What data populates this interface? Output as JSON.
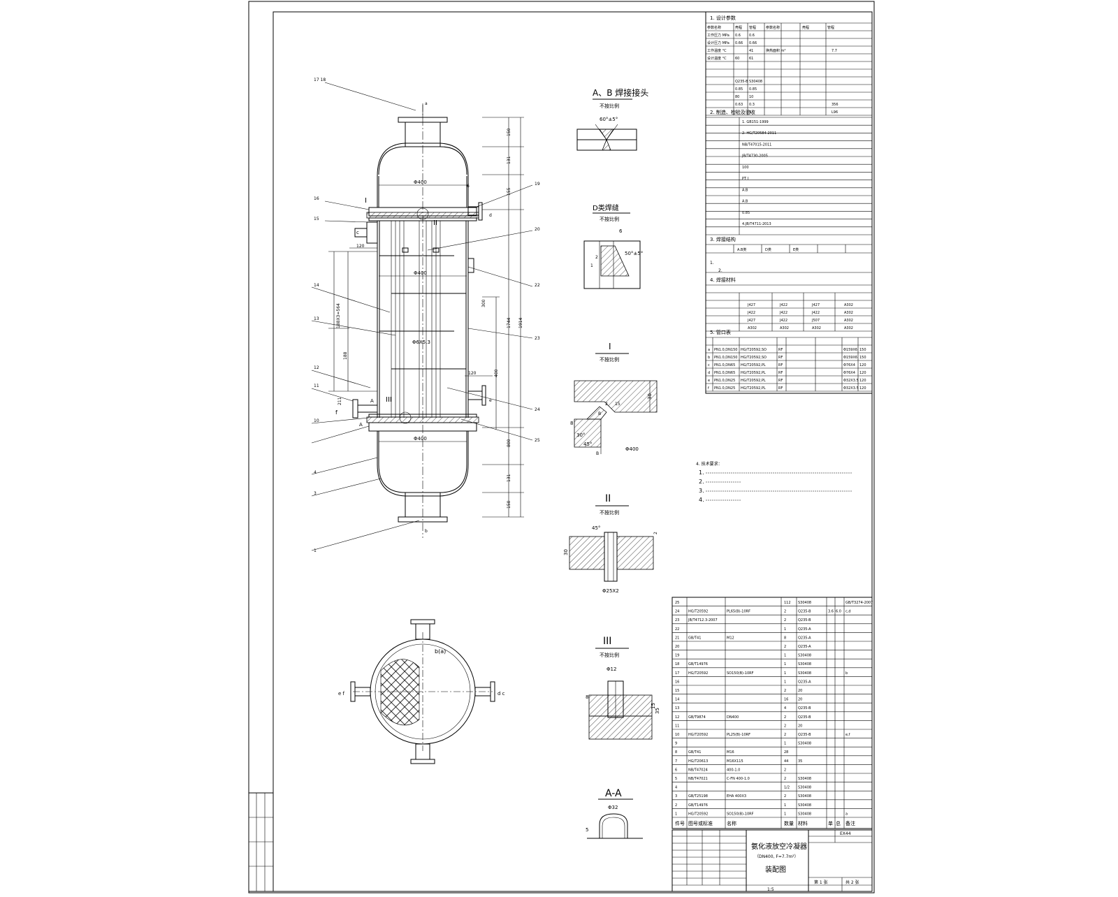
{
  "design_params": {
    "title": "1. 设计参数",
    "headers": [
      "参数名称",
      "壳程",
      "管程",
      "参数名称",
      "壳程",
      "管程"
    ],
    "rows": [
      [
        "工作压力 MPa",
        "0.6",
        "0.6",
        "",
        "",
        ""
      ],
      [
        "设计压力 MPa",
        "0.66",
        "0.66",
        "",
        "",
        ""
      ],
      [
        "工作温度 °C",
        "",
        "41",
        "换热面积 m²",
        "",
        "7.7"
      ],
      [
        "设计温度 °C",
        "60",
        "61",
        "",
        "",
        ""
      ],
      [
        "",
        "",
        "",
        "",
        "",
        ""
      ],
      [
        "",
        "",
        "",
        "",
        "",
        ""
      ],
      [
        "",
        "Q235-B",
        "S30408",
        "",
        "",
        ""
      ],
      [
        "",
        "0.85",
        "0.85",
        "",
        "",
        ""
      ],
      [
        "",
        "80",
        "10",
        "",
        "",
        ""
      ],
      [
        "",
        "0.63",
        "0.3",
        "",
        "",
        "356"
      ],
      [
        "",
        "1",
        "1",
        "",
        "",
        "L96"
      ]
    ]
  },
  "inspection": {
    "title": "2. 制造、检验及验收",
    "lines": [
      "1. GB151-1999",
      "2. HG/T20584-2011",
      "NB/T47015-2011",
      "JB/T4730-2005",
      "100",
      "PT I",
      "A.B",
      "A.B",
      "0.85",
      "4.JB/T4711-2013"
    ]
  },
  "weld_struct": {
    "title": "3. 焊接结构",
    "cols": [
      "A.B类",
      "D类",
      "E类"
    ],
    "notes": [
      "1.",
      "2."
    ]
  },
  "weld_material": {
    "title": "4. 焊接材料",
    "rows": [
      [
        "J427",
        "J422",
        "J427",
        "A302"
      ],
      [
        "J422",
        "J422",
        "J422",
        "A302"
      ],
      [
        "J427",
        "J422",
        "J507",
        "A302"
      ],
      [
        "A302",
        "A302",
        "A302",
        "A302"
      ]
    ]
  },
  "nozzles": {
    "title": "5. 管口表",
    "rows": [
      [
        "a",
        "PN1.0,DN150",
        "HG/T20592,SO",
        "RF",
        "",
        "Φ159X6",
        "150"
      ],
      [
        "b",
        "PN1.0,DN150",
        "HG/T20592,SO",
        "RF",
        "",
        "Φ159X6",
        "150"
      ],
      [
        "c",
        "PN1.0,DN65",
        "HG/T20592,PL",
        "RF",
        "",
        "Φ76X4",
        "120"
      ],
      [
        "d",
        "PN1.0,DN65",
        "HG/T20592,PL",
        "RF",
        "",
        "Φ76X4",
        "120"
      ],
      [
        "e",
        "PN1.0,DN25",
        "HG/T20592,PL",
        "RF",
        "",
        "Φ32X3.5",
        "120"
      ],
      [
        "f",
        "PN1.0,DN25",
        "HG/T20592,PL",
        "RF",
        "",
        "Φ32X3.5",
        "120"
      ]
    ]
  },
  "main_labels": {
    "top": "17 18",
    "l16": "16",
    "l15": "15",
    "l14": "14",
    "l13": "13",
    "l12": "12",
    "l11": "11",
    "l10": "10",
    "l4": "4",
    "l3": "3",
    "l1": "1",
    "r19": "19",
    "r20": "20",
    "r22": "22",
    "r23": "23",
    "r24": "24",
    "r25": "25",
    "d400a": "Φ400",
    "d400b": "Φ400",
    "d400c": "Φ400",
    "tube": "Φ6X5.3",
    "dim150a": "150",
    "dim131a": "131",
    "dim155": "155",
    "dim1914": "1914",
    "dim1744": "1744",
    "dim300": "300",
    "dim400": "400",
    "dim800": "800",
    "dim131b": "131",
    "dim150b": "150",
    "dim120a": "120",
    "dim120b": "120",
    "dim188": "188",
    "dim188b": "188X3=564",
    "dim211": "211",
    "n_a": "a",
    "n_b": "b",
    "n_c": "c",
    "n_d": "d",
    "n_e": "e",
    "n_f": "f",
    "secI": "I",
    "secII": "II",
    "secIII": "III",
    "A1": "A",
    "A2": "A",
    "k6": "6"
  },
  "details": {
    "ab": {
      "title": "A、B 焊接接头",
      "sub": "不按比例",
      "angle": "60°±5°"
    },
    "d": {
      "title": "D类焊缝",
      "sub": "不按比例",
      "angle": "50°±5°",
      "n6": "6",
      "n2": "2",
      "n1": "1"
    },
    "i": {
      "title": "I",
      "sub": "不按比例",
      "a45": "45°",
      "a30": "30°",
      "d400": "Φ400",
      "n8": "8",
      "n30": "30",
      "n2": "2",
      "n15": "15",
      "nB": "B",
      "nB2": "B"
    },
    "ii": {
      "title": "II",
      "sub": "不按比例",
      "a45": "45°",
      "n30": "30",
      "n2": "2",
      "d": "Φ25X2"
    },
    "iii": {
      "title": "III",
      "sub": "不按比例",
      "d": "Φ12",
      "n8": "8",
      "n15": "15",
      "n35": "35"
    },
    "aa": {
      "title": "A-A",
      "d": "Φ32",
      "n5": "5"
    }
  },
  "tech_req": {
    "title": "4. 技术要求：",
    "items": [
      "1.",
      "2.",
      "3.",
      "4."
    ]
  },
  "plan": {
    "center": "b(a)",
    "e": "e f",
    "d": "d c"
  },
  "bom": {
    "rows": [
      [
        "25",
        "",
        "",
        "112",
        "S30408",
        "",
        "",
        "GB/T3274-2007"
      ],
      [
        "24",
        "HG/T20592",
        "PL65(B)-10RF",
        "2",
        "Q235-B",
        "3.6",
        "6.0",
        "c,d"
      ],
      [
        "23",
        "JB/T4712.3-2007",
        "",
        "2",
        "Q235-B",
        "",
        "",
        ""
      ],
      [
        "22",
        "",
        "",
        "1",
        "Q235-A",
        "",
        "",
        ""
      ],
      [
        "21",
        "GB/T41",
        "M12",
        "8",
        "Q235-A",
        "",
        "",
        ""
      ],
      [
        "20",
        "",
        "",
        "2",
        "Q235-A",
        "",
        "",
        ""
      ],
      [
        "19",
        "",
        "",
        "1",
        "S30408",
        "",
        "",
        ""
      ],
      [
        "18",
        "GB/T14976",
        "",
        "1",
        "S30408",
        "",
        "",
        ""
      ],
      [
        "17",
        "HG/T20592",
        "SO150(B)-10RF",
        "1",
        "S30408",
        "",
        "",
        "b"
      ],
      [
        "16",
        "",
        "",
        "1",
        "Q235-A",
        "",
        "",
        ""
      ],
      [
        "15",
        "",
        "",
        "2",
        "20",
        "",
        "",
        ""
      ],
      [
        "14",
        "",
        "",
        "16",
        "20",
        "",
        "",
        ""
      ],
      [
        "13",
        "",
        "",
        "4",
        "Q235-B",
        "",
        "",
        ""
      ],
      [
        "12",
        "GB/T9874",
        "DN400",
        "2",
        "Q235-B",
        "",
        "",
        ""
      ],
      [
        "11",
        "",
        "",
        "2",
        "20",
        "",
        "",
        ""
      ],
      [
        "10",
        "HG/T20592",
        "PL25(B)-10RF",
        "2",
        "Q235-B",
        "",
        "",
        "e,f"
      ],
      [
        "9",
        "",
        "",
        "1",
        "S30408",
        "",
        "",
        ""
      ],
      [
        "8",
        "GB/T41",
        "M16",
        "28",
        "",
        "",
        "",
        ""
      ],
      [
        "7",
        "HG/T20613",
        "M16X115",
        "44",
        "35",
        "",
        "",
        ""
      ],
      [
        "6",
        "NB/T47024",
        "400-1.0",
        "2",
        "",
        "",
        "",
        ""
      ],
      [
        "5",
        "NB/T47021",
        "C-FN 400-1.0",
        "2",
        "S30408",
        "",
        "",
        ""
      ],
      [
        "4",
        "",
        "",
        "1/2",
        "S30408",
        "",
        "",
        ""
      ],
      [
        "3",
        "GB/T25198",
        "EHA 400X3",
        "2",
        "S30408",
        "",
        "",
        ""
      ],
      [
        "2",
        "GB/T14976",
        "",
        "1",
        "S30408",
        "",
        "",
        ""
      ],
      [
        "1",
        "HG/T20592",
        "SO150(B)-10RF",
        "1",
        "S30408",
        "",
        "",
        "a"
      ]
    ],
    "header": [
      "件号",
      "图号或标准",
      "名称",
      "数量",
      "材料",
      "单",
      "总",
      "备注"
    ]
  },
  "title_block": {
    "name": "氨化液放空冷凝器",
    "spec": "（DN400, F=7.7m²）",
    "drawing": "装配图",
    "scale": "1:5",
    "code": "EX44",
    "sheet": "第 1 张",
    "total": "共 2 张"
  }
}
